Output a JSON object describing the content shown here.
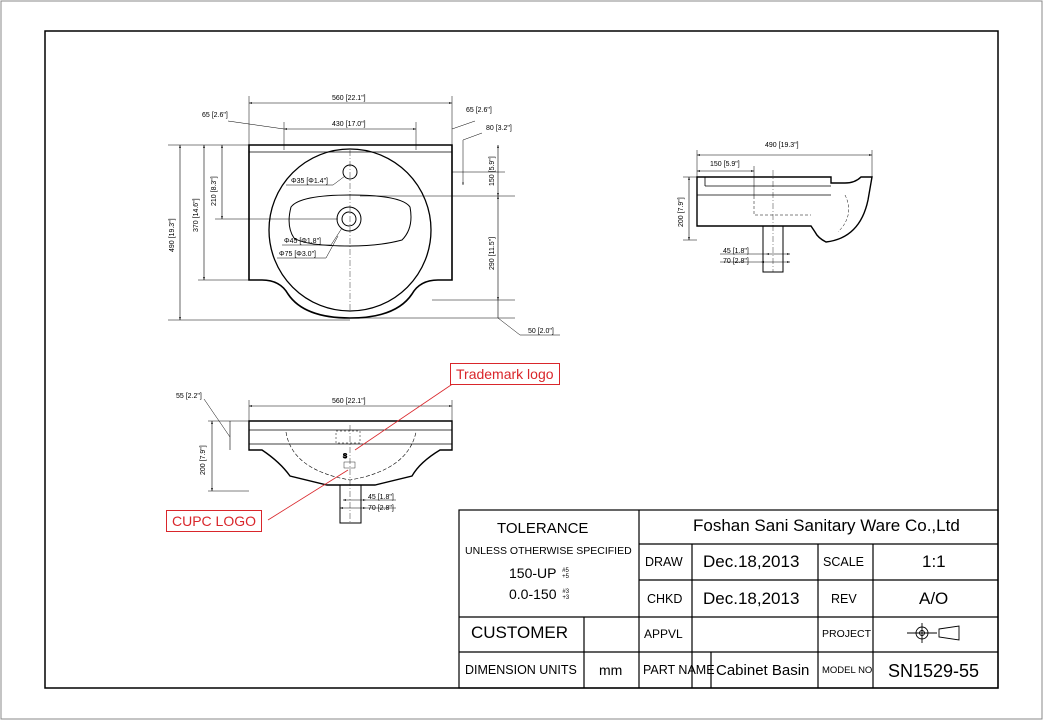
{
  "callouts": {
    "trademark": "Trademark logo",
    "cupc": "CUPC LOGO"
  },
  "dimensions": {
    "top": {
      "w560": "560 [22.1\"]",
      "w65l": "65 [2.6\"]",
      "w65r": "65 [2.6\"]",
      "w430": "430 [17.0\"]",
      "w80": "80 [3.2\"]",
      "h490": "490 [19.3\"]",
      "h370": "370 [14.6\"]",
      "h210": "210 [8.3\"]",
      "h150": "150 [5.9\"]",
      "h290": "290 [11.5\"]",
      "d35": "Φ35 [Φ1.4\"]",
      "d45": "Φ45 [Φ1.8\"]",
      "d75": "Φ75 [Φ3.0\"]",
      "h50": "50 [2.0\"]"
    },
    "side": {
      "w490": "490 [19.3\"]",
      "w150": "150 [5.9\"]",
      "h200": "200 [7.9\"]",
      "w45": "45 [1.8\"]",
      "w70": "70 [2.8\"]"
    },
    "front": {
      "w55": "55 [2.2\"]",
      "w560": "560 [22.1\"]",
      "h200": "200 [7.9\"]",
      "w45": "45 [1.8\"]",
      "w70": "70 [2.8\"]"
    }
  },
  "title_block": {
    "tolerance": "TOLERANCE",
    "unless": "UNLESS OTHERWISE SPECIFIED",
    "tol1": "150-UP",
    "tol1_up": "#5",
    "tol1_dn": "+5",
    "tol2": "0.0-150",
    "tol2_up": "#3",
    "tol2_dn": "+3",
    "company": "Foshan Sani Sanitary Ware Co.,Ltd",
    "draw_label": "DRAW",
    "draw_date": "Dec.18,2013",
    "scale_label": "SCALE",
    "scale_value": "1:1",
    "chkd_label": "CHKD",
    "chkd_date": "Dec.18,2013",
    "rev_label": "REV",
    "rev_value": "A/O",
    "customer_label": "CUSTOMER",
    "appvl_label": "APPVL",
    "project_label": "PROJECT",
    "units_label": "DIMENSION UNITS",
    "units_value": "mm",
    "part_label": "PART NAME",
    "part_value": "Cabinet Basin",
    "model_label": "MODEL NO",
    "model_value": "SN1529-55"
  }
}
